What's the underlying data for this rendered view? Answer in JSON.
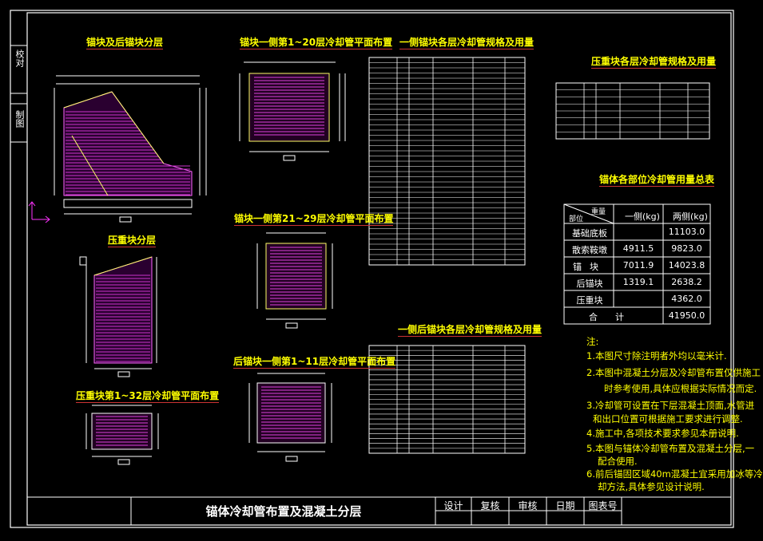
{
  "drawing": {
    "title": "锚体冷却管布置及混凝土分层",
    "side_labels": [
      "校对",
      "制图"
    ],
    "titleblock_labels": [
      "设计",
      "复核",
      "审核",
      "日期",
      "图表号"
    ]
  },
  "sections": {
    "anchor_layers": "锚块及后锚块分层",
    "anchor_pipe_1_20": "锚块一侧第1~20层冷却管平面布置",
    "anchor_pipe_21_29": "锚块一侧第21~29层冷却管平面布置",
    "rear_anchor_pipe_1_11": "后锚块一侧第1~11层冷却管平面布置",
    "weight_layers": "压重块分层",
    "weight_pipe_1_32": "压重块第1~32层冷却管平面布置",
    "anchor_spec_table": "一侧锚块各层冷却管规格及用量",
    "rear_anchor_spec_table": "一侧后锚块各层冷却管规格及用量",
    "weight_spec_table": "压重块各层冷却管规格及用量",
    "summary_table": "锚体各部位冷却管用量总表"
  },
  "summary": {
    "header_left_top": "重量",
    "header_left_bottom": "部位",
    "col1": "一侧(kg)",
    "col2": "两侧(kg)",
    "rows": [
      {
        "part": "基础底板",
        "one": "",
        "two": "11103.0"
      },
      {
        "part": "散索鞍墩",
        "one": "4911.5",
        "two": "9823.0"
      },
      {
        "part": "锚块",
        "one": "7011.9",
        "two": "14023.8"
      },
      {
        "part": "后锚块",
        "one": "1319.1",
        "two": "2638.2"
      },
      {
        "part": "压重块",
        "one": "",
        "two": "4362.0"
      },
      {
        "part": "合计",
        "one": "",
        "two": "41950.0"
      }
    ]
  },
  "notes": {
    "title": "注:",
    "lines": [
      "1.本图尺寸除注明者外均以毫米计.",
      "2.本图中混凝土分层及冷却管布置仅供施工",
      "时参考使用,具体应根据实际情况而定.",
      "3.冷却管可设置在下层混凝土顶面,水管进",
      "和出口位置可根据施工要求进行调整.",
      "4.施工中,各项技术要求参见本册说明.",
      "5.本图与锚体冷却管布置及混凝土分层,一",
      "配合使用.",
      "6.前后锚固区域40m混凝土宜采用加冰等冷",
      "却方法,具体参见设计说明."
    ]
  },
  "colors": {
    "yellow": "#ffff00",
    "magenta": "#ff00ff",
    "white": "#ffffff",
    "green": "#00ff66",
    "cyan": "#00ffff",
    "red_underline": "#cc3333",
    "background": "#000000"
  }
}
